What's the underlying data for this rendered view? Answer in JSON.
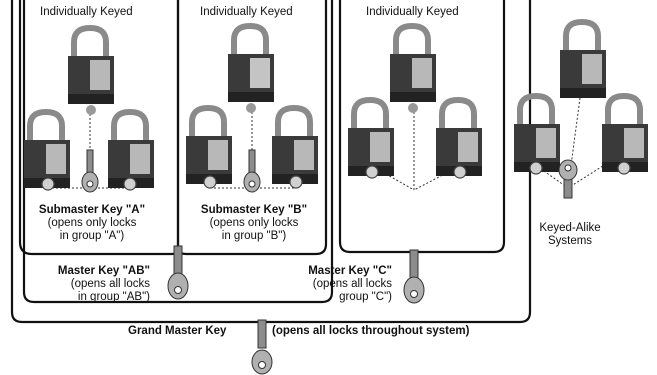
{
  "headings": {
    "group_a": "Individually Keyed",
    "group_b": "Individually Keyed",
    "group_c": "Individually Keyed"
  },
  "submaster_a": {
    "title": "Submaster Key \"A\"",
    "line1": "(opens only locks",
    "line2": "in group \"A\")"
  },
  "submaster_b": {
    "title": "Submaster Key \"B\"",
    "line1": "(opens only locks",
    "line2": "in group \"B\")"
  },
  "master_ab": {
    "title": "Master Key \"AB\"",
    "line1": "(opens all locks",
    "line2": "in group \"AB\")"
  },
  "master_c": {
    "title": "Master Key \"C\"",
    "line1": "(opens all locks",
    "line2": "group \"C\")"
  },
  "grand_master": {
    "title": "Grand Master Key",
    "note": "(opens all locks throughout system)"
  },
  "keyed_alike": {
    "line1": "Keyed-Alike",
    "line2": "Systems"
  },
  "colors": {
    "outline": "#111111",
    "lock_body": "#3a3a3a",
    "shackle": "#9a9a9a",
    "key": "#8c8c8c"
  }
}
